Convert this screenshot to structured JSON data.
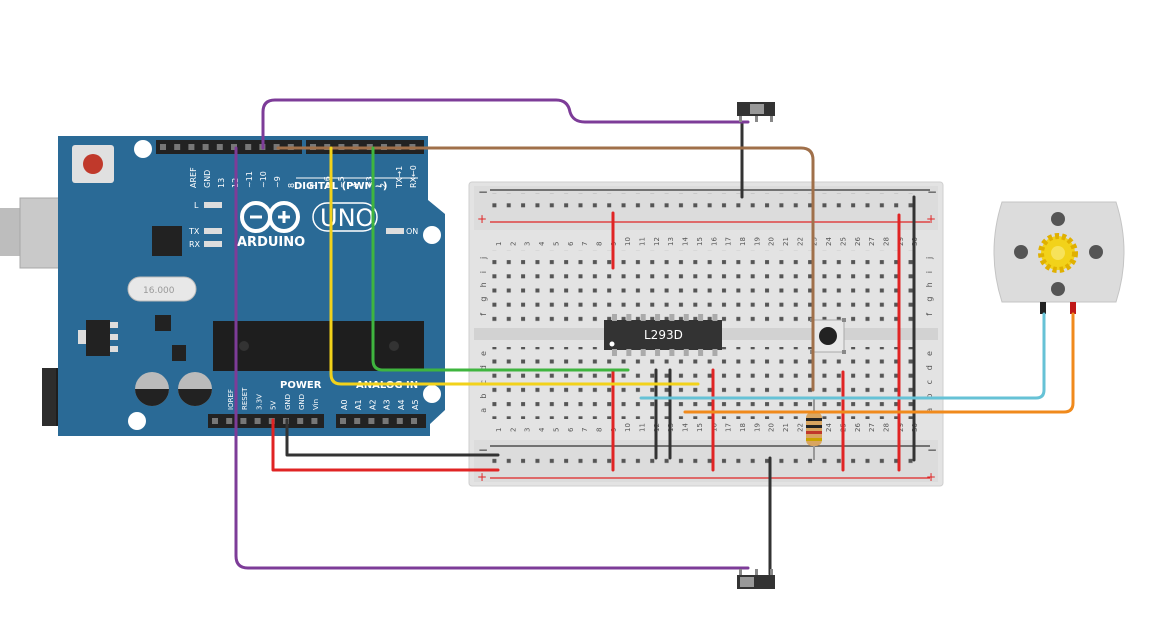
{
  "arduino": {
    "logo_text": "UNO",
    "brand": "ARDUINO",
    "digital_label": "DIGITAL (PWM~)",
    "analog_label": "ANALOG IN",
    "power_label": "POWER",
    "on_label": "ON",
    "l_label": "L",
    "tx_label": "TX",
    "rx_label": "RX",
    "crystal_label": "16.000",
    "digital_pins": [
      "AREF",
      "GND",
      "13",
      "12",
      "~11",
      "~10",
      "~9",
      "8",
      "7",
      "~6",
      "~5",
      "4",
      "~3",
      "2",
      "TX→1",
      "RX←0"
    ],
    "power_pins": [
      "IOREF",
      "RESET",
      "3.3V",
      "5V",
      "GND",
      "GND",
      "Vin"
    ],
    "analog_pins": [
      "A0",
      "A1",
      "A2",
      "A3",
      "A4",
      "A5"
    ]
  },
  "breadboard": {
    "plus": "+",
    "minus": "−",
    "top_row_letters": [
      "j",
      "i",
      "h",
      "g",
      "f"
    ],
    "bottom_row_letters": [
      "e",
      "d",
      "c",
      "b",
      "a"
    ],
    "columns": [
      "1",
      "2",
      "3",
      "4",
      "5",
      "6",
      "7",
      "8",
      "9",
      "10",
      "11",
      "12",
      "13",
      "14",
      "15",
      "16",
      "17",
      "18",
      "19",
      "20",
      "21",
      "22",
      "23",
      "24",
      "25",
      "26",
      "27",
      "28",
      "29",
      "30"
    ]
  },
  "chip": {
    "label": "L293D"
  },
  "colors": {
    "board": "#2a6a96",
    "purple": "#7d3c98",
    "brown": "#a0704a",
    "yellow": "#f2d21a",
    "green": "#3fb53f",
    "red": "#e02424",
    "black": "#333333",
    "blue": "#66c2d6",
    "orange": "#f08a1c"
  }
}
